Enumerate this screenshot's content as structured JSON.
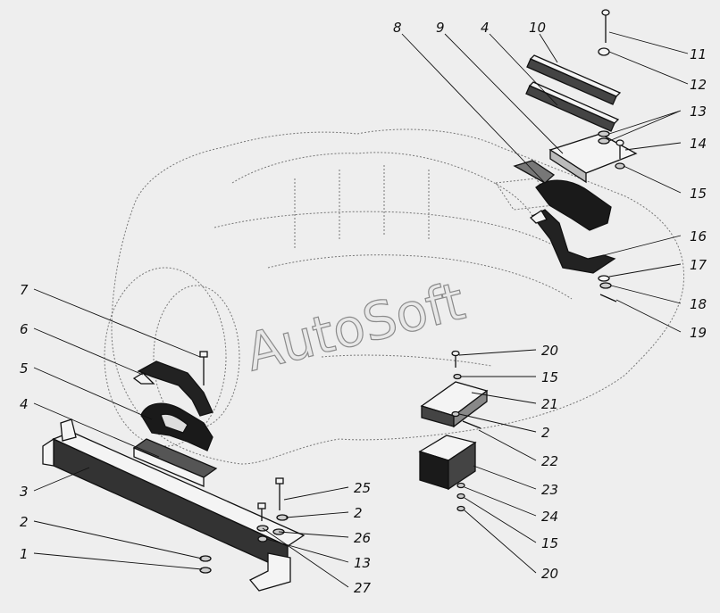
{
  "watermark": "AutoSoft",
  "callouts": [
    {
      "id": "c1",
      "num": "1"
    },
    {
      "id": "c2a",
      "num": "2"
    },
    {
      "id": "c3",
      "num": "3"
    },
    {
      "id": "c4a",
      "num": "4"
    },
    {
      "id": "c5",
      "num": "5"
    },
    {
      "id": "c6",
      "num": "6"
    },
    {
      "id": "c7",
      "num": "7"
    },
    {
      "id": "c8",
      "num": "8"
    },
    {
      "id": "c9",
      "num": "9"
    },
    {
      "id": "c4b",
      "num": "4"
    },
    {
      "id": "c10",
      "num": "10"
    },
    {
      "id": "c11",
      "num": "11"
    },
    {
      "id": "c12",
      "num": "12"
    },
    {
      "id": "c13a",
      "num": "13"
    },
    {
      "id": "c14",
      "num": "14"
    },
    {
      "id": "c15a",
      "num": "15"
    },
    {
      "id": "c16",
      "num": "16"
    },
    {
      "id": "c17",
      "num": "17"
    },
    {
      "id": "c18",
      "num": "18"
    },
    {
      "id": "c19",
      "num": "19"
    },
    {
      "id": "c20a",
      "num": "20"
    },
    {
      "id": "c15b",
      "num": "15"
    },
    {
      "id": "c21",
      "num": "21"
    },
    {
      "id": "c2b",
      "num": "2"
    },
    {
      "id": "c22",
      "num": "22"
    },
    {
      "id": "c23",
      "num": "23"
    },
    {
      "id": "c24",
      "num": "24"
    },
    {
      "id": "c15c",
      "num": "15"
    },
    {
      "id": "c20b",
      "num": "20"
    },
    {
      "id": "c25",
      "num": "25"
    },
    {
      "id": "c2c",
      "num": "2"
    },
    {
      "id": "c26",
      "num": "26"
    },
    {
      "id": "c13b",
      "num": "13"
    },
    {
      "id": "c27",
      "num": "27"
    }
  ]
}
